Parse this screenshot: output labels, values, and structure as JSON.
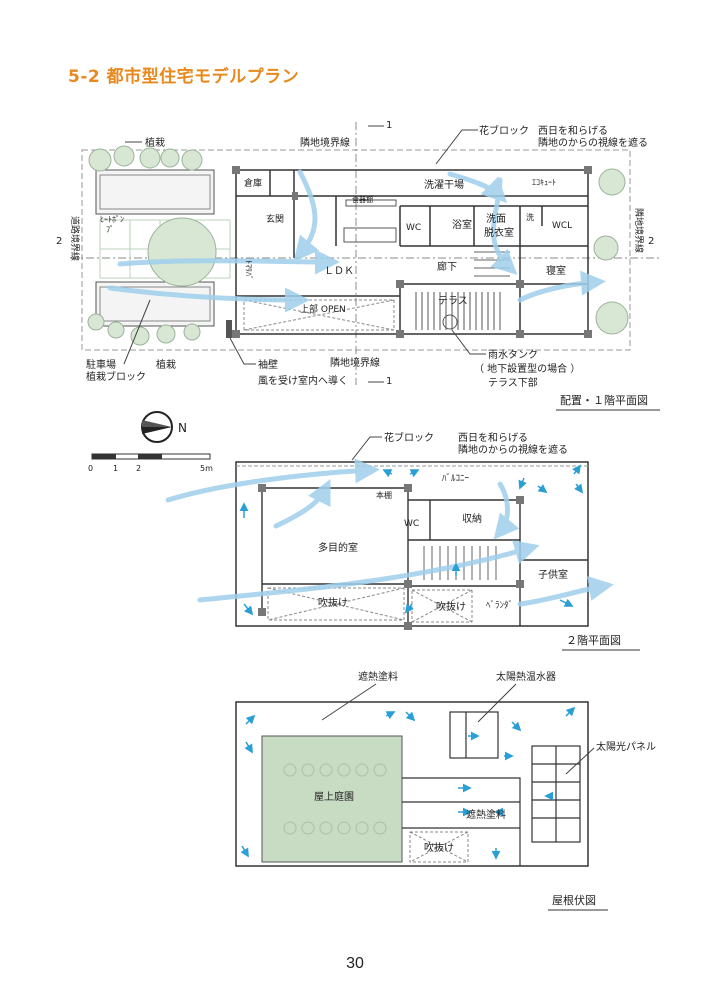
{
  "title": "5-2  都市型住宅モデルプラン",
  "page_number": "30",
  "plan1": {
    "caption": "配置・１階平面図",
    "labels": {
      "planting_top": "植栽",
      "neighbor_line_top": "隣地境界線",
      "flower_block": "花ブロック",
      "flower_block_note1": "西日を和らげる",
      "flower_block_note2": "隣地のからの視線を遮る",
      "axis1_top": "1",
      "axis1_bottom": "1",
      "axis2_left": "2",
      "axis2_right": "2",
      "road_line": "道路境界線",
      "neighbor_line_right": "隣地境界線",
      "storage": "倉庫",
      "entrance": "玄関",
      "laundry": "洗濯干場",
      "dish_shelf": "食器棚",
      "ecocute": "ｴｺｷｭｰﾄ",
      "wc": "WC",
      "bath": "浴室",
      "wash1": "洗面",
      "wash2": "脱衣室",
      "wash_small": "洗",
      "wcl": "WCL",
      "heat_pump1": "ﾋｰﾄﾎﾟﾝ",
      "heat_pump2": "ﾌﾟ",
      "ldk": "ＬＤＫ",
      "corridor": "廊下",
      "bedroom": "寝室",
      "terrace": "テラス",
      "upper_open": "上部 OPEN",
      "tomaria": "ﾄﾏﾘﾊﾞ",
      "parking1": "駐車場",
      "parking2": "植栽ブロック",
      "planting_bottom": "植栽",
      "neighbor_line_bottom": "隣地境界線",
      "sode_wall": "袖壁",
      "sode_note": "風を受け室内へ導く",
      "rain_tank": "雨水タンク",
      "rain_tank_note1": "（ 地下設置型の場合 ）",
      "rain_tank_note2": "テラス下部"
    }
  },
  "compass": {
    "label": "N"
  },
  "scale": {
    "ticks": [
      "0",
      "1",
      "2",
      "5m"
    ]
  },
  "plan2": {
    "caption": "２階平面図",
    "labels": {
      "flower_block": "花ブロック",
      "note1": "西日を和らげる",
      "note2": "隣地のからの視線を遮る",
      "balcony": "ﾊﾞﾙｺﾆｰ",
      "bookshelf": "本棚",
      "wc": "WC",
      "storage": "収納",
      "multipurpose": "多目的室",
      "kids_room": "子供室",
      "void1": "吹抜け",
      "void2": "吹抜け",
      "veranda": "ﾍﾞﾗﾝﾀﾞ"
    }
  },
  "roof": {
    "caption": "屋根伏図",
    "labels": {
      "insulation_paint_top": "遮熱塗料",
      "solar_water_heater": "太陽熱温水器",
      "solar_panel": "太陽光パネル",
      "roof_garden": "屋上庭園",
      "insulation_paint_mid": "遮熱塗料",
      "void": "吹抜け"
    }
  },
  "colors": {
    "title": "#e8891e",
    "wind_arrow": "#9fd0ec",
    "small_arrow": "#2a9fd6",
    "wall": "#333333",
    "garden": "#c8dcc4"
  }
}
